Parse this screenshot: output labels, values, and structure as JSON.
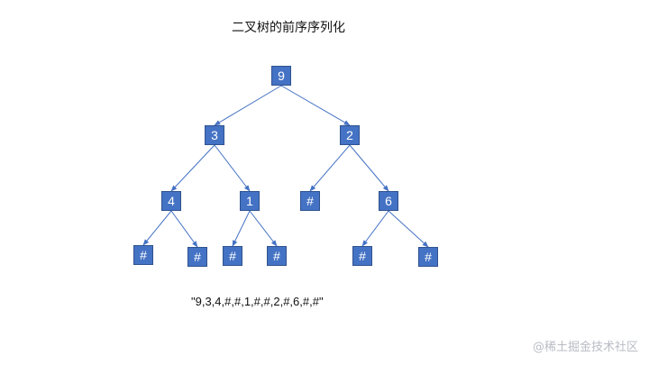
{
  "diagram": {
    "title": "二叉树的前序序列化",
    "tree": {
      "root": "9",
      "children": [
        {
          "value": "3",
          "children": [
            {
              "value": "4",
              "children": [
                {
                  "value": "#"
                },
                {
                  "value": "#"
                }
              ]
            },
            {
              "value": "1",
              "children": [
                {
                  "value": "#"
                },
                {
                  "value": "#"
                }
              ]
            }
          ]
        },
        {
          "value": "2",
          "children": [
            {
              "value": "#"
            },
            {
              "value": "6",
              "children": [
                {
                  "value": "#"
                },
                {
                  "value": "#"
                }
              ]
            }
          ]
        }
      ]
    },
    "nodes": [
      "9",
      "3",
      "2",
      "4",
      "1",
      "#",
      "6",
      "#",
      "#",
      "#",
      "#",
      "#",
      "#"
    ],
    "serialization": "\"9,3,4,#,#,1,#,#,2,#,6,#,#\""
  },
  "watermark": "@稀土掘金技术社区",
  "colors": {
    "node_fill": "#4472C4",
    "node_border": "#2F528F",
    "edge": "#4472C4",
    "text": "#111111",
    "watermark": "#b8bcc4"
  }
}
